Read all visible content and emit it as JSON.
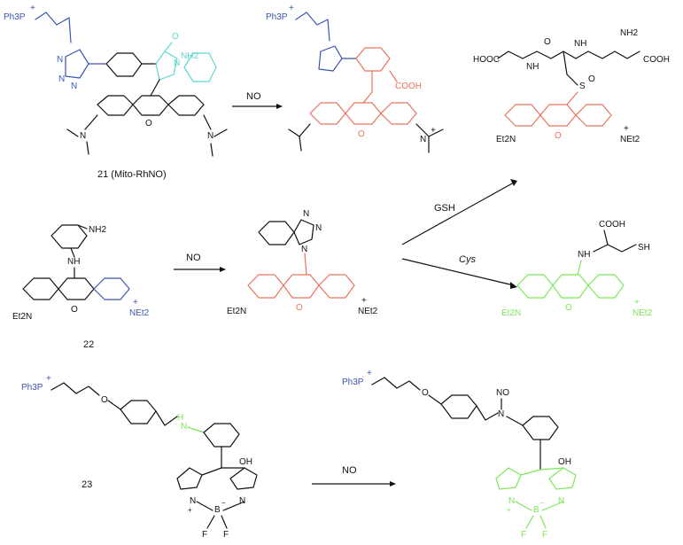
{
  "colors": {
    "black": "#111111",
    "blue": "#3a55b4",
    "cyan": "#5ed6d2",
    "orange": "#e8735a",
    "green": "#7be85a"
  },
  "compounds": {
    "c21": {
      "caption": "21 (Mito-RhNO)"
    },
    "c22": {
      "caption": "22"
    },
    "c23": {
      "caption": "23"
    }
  },
  "reagents": {
    "no_1": "NO",
    "no_2": "NO",
    "no_3": "NO",
    "gsh": "GSH",
    "cys": "Cys"
  },
  "atoms": {
    "ph3p": "Ph3P",
    "plus": "+",
    "minus": "−",
    "n": "N",
    "nh": "NH",
    "nh2": "NH2",
    "o": "O",
    "oh": "OH",
    "s": "S",
    "sh": "SH",
    "h": "H",
    "b": "B",
    "f": "F",
    "cooh": "COOH",
    "hooc": "HOOC",
    "net2": "NEt2",
    "et2n": "Et2N",
    "nno": "NO"
  }
}
